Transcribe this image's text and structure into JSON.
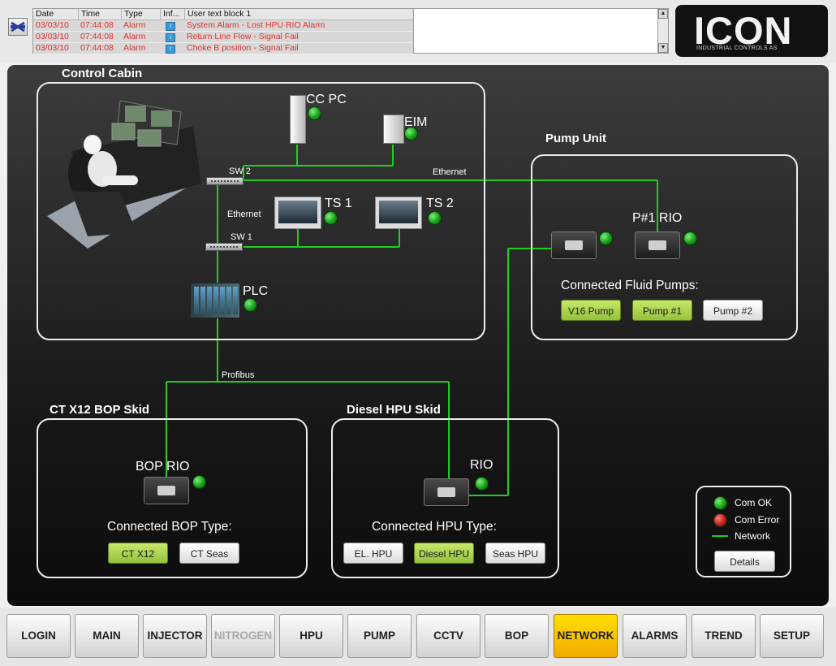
{
  "alarm_log": {
    "columns": [
      "Date",
      "Time",
      "Type",
      "Inf...",
      "User text block 1"
    ],
    "rows": [
      {
        "date": "03/03/10",
        "time": "07:44:08",
        "type": "Alarm",
        "text": "System Alarm - Lost HPU RIO Alarm"
      },
      {
        "date": "03/03/10",
        "time": "07:44:08",
        "type": "Alarm",
        "text": "Return Line Flow - Signal Fail"
      },
      {
        "date": "03/03/10",
        "time": "07:44:08",
        "type": "Alarm",
        "text": "Choke B position - Signal Fail"
      }
    ],
    "row_color": "#e0302d"
  },
  "logo": {
    "text": "ICON",
    "subtitle": "INDUSTRIAL CONTROLS AS"
  },
  "control_cabin": {
    "title": "Control Cabin",
    "cc_pc": "CC PC",
    "eim": "EIM",
    "sw2": "SW 2",
    "sw1": "SW 1",
    "ethernet_left": "Ethernet",
    "ts1": "TS 1",
    "ts2": "TS 2",
    "plc": "PLC"
  },
  "network_labels": {
    "ethernet_top": "Ethernet",
    "profibus": "Profibus"
  },
  "pump_unit": {
    "title": "Pump Unit",
    "rio_label": "P#1  RIO",
    "connected_label": "Connected Fluid Pumps:",
    "buttons": [
      {
        "label": "V16 Pump",
        "active": true
      },
      {
        "label": "Pump #1",
        "active": true
      },
      {
        "label": "Pump #2",
        "active": false
      }
    ]
  },
  "bop_skid": {
    "title": "CT X12 BOP Skid",
    "rio_label": "BOP  RIO",
    "connected_label": "Connected BOP Type:",
    "buttons": [
      {
        "label": "CT X12",
        "active": true
      },
      {
        "label": "CT Seas",
        "active": false
      }
    ]
  },
  "hpu_skid": {
    "title": "Diesel HPU Skid",
    "rio_label": "RIO",
    "connected_label": "Connected HPU Type:",
    "buttons": [
      {
        "label": "EL. HPU",
        "active": false
      },
      {
        "label": "Diesel HPU",
        "active": true
      },
      {
        "label": "Seas HPU",
        "active": false
      }
    ]
  },
  "legend": {
    "com_ok": "Com OK",
    "com_error": "Com Error",
    "network": "Network",
    "details_button": "Details"
  },
  "nav": [
    {
      "label": "LOGIN",
      "state": "normal"
    },
    {
      "label": "MAIN",
      "state": "normal"
    },
    {
      "label": "INJECTOR",
      "state": "normal"
    },
    {
      "label": "NITROGEN",
      "state": "disabled"
    },
    {
      "label": "HPU",
      "state": "normal"
    },
    {
      "label": "PUMP",
      "state": "normal"
    },
    {
      "label": "CCTV",
      "state": "normal"
    },
    {
      "label": "BOP",
      "state": "normal"
    },
    {
      "label": "NETWORK",
      "state": "active"
    },
    {
      "label": "ALARMS",
      "state": "normal"
    },
    {
      "label": "TREND",
      "state": "normal"
    },
    {
      "label": "SETUP",
      "state": "normal"
    }
  ],
  "colors": {
    "network_line": "#22cc22",
    "status_ok": "#1fb81f",
    "status_error": "#c41d1d",
    "active_nav": "#f8c800",
    "active_button": "#a8d44a"
  }
}
